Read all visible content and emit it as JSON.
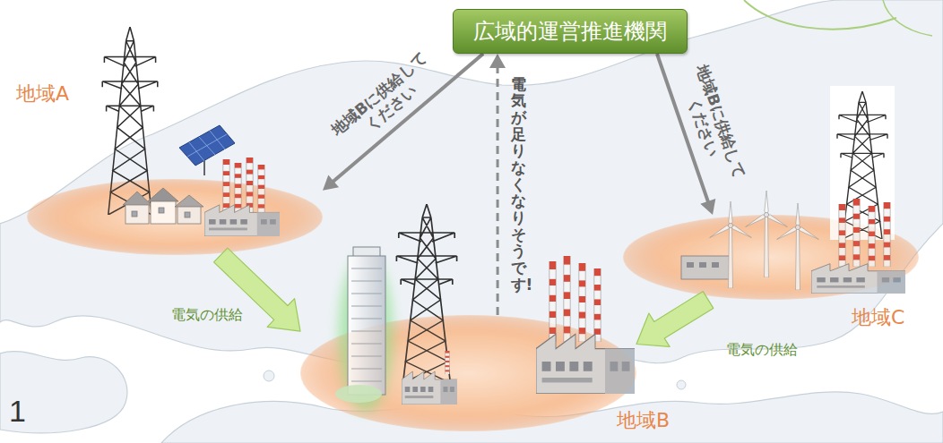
{
  "diagram": {
    "nodes": [
      {
        "text": [
          "広域的運営推進機関"
        ]
      },
      {
        "text": [
          "地域A"
        ]
      },
      {
        "text": [
          "地域B"
        ]
      },
      {
        "text": [
          "地域C"
        ]
      }
    ],
    "edges": [
      {
        "from": 0,
        "to": 1,
        "arrow": "to",
        "label": "地域Bに供給してください"
      },
      {
        "from": 2,
        "to": 0,
        "arrow": "to",
        "label": "電気が足りなくなりそうです!"
      },
      {
        "from": 0,
        "to": 3,
        "arrow": "to",
        "label": "地域Bに供給してください"
      },
      {
        "from": 1,
        "to": 2,
        "arrow": "to",
        "label": "電気の供給"
      },
      {
        "from": 3,
        "to": 2,
        "arrow": "to",
        "label": "電気の供給"
      }
    ],
    "labels": [
      "1"
    ]
  }
}
